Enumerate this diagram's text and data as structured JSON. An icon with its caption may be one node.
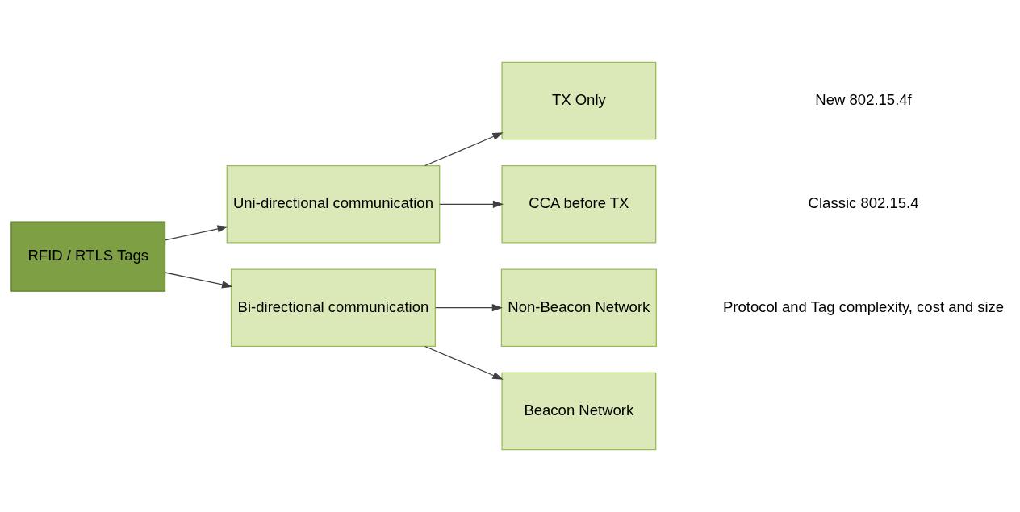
{
  "diagram": {
    "nodes": [
      {
        "text": [
          "RFID / RTLS Tags"
        ]
      },
      {
        "text": [
          "Uni-directional communication"
        ]
      },
      {
        "text": [
          "Bi-directional communication"
        ]
      },
      {
        "text": [
          "TX Only"
        ]
      },
      {
        "text": [
          "CCA before TX"
        ]
      },
      {
        "text": [
          "Non-Beacon Network"
        ]
      },
      {
        "text": [
          "Beacon Network"
        ]
      }
    ],
    "edges": [
      {
        "from": 0,
        "to": 1,
        "arrow": "to"
      },
      {
        "from": 0,
        "to": 2,
        "arrow": "to"
      },
      {
        "from": 1,
        "to": 3,
        "arrow": "to"
      },
      {
        "from": 1,
        "to": 4,
        "arrow": "to"
      },
      {
        "from": 2,
        "to": 5,
        "arrow": "to"
      },
      {
        "from": 2,
        "to": 6,
        "arrow": "to"
      }
    ],
    "labels": [
      "New 802.15.4f",
      "Classic 802.15.4",
      "Protocol and Tag complexity, cost and size"
    ]
  }
}
